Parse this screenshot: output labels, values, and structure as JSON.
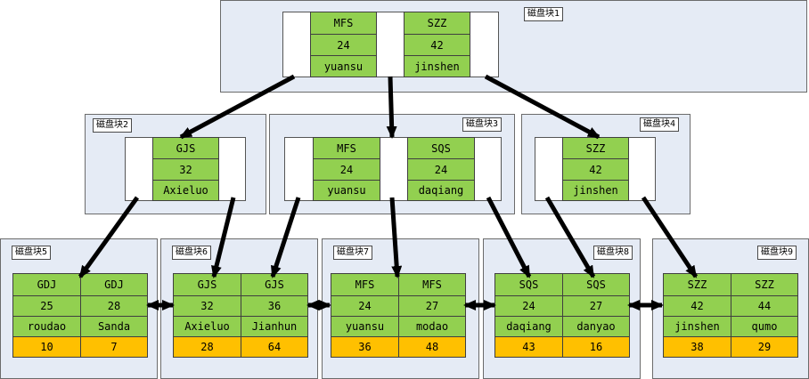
{
  "blocks": [
    {
      "label": "磁盘块1",
      "keys": [
        {
          "name": "MFS",
          "num": "24",
          "word": "yuansu"
        },
        {
          "name": "SZZ",
          "num": "42",
          "word": "jinshen"
        }
      ]
    },
    {
      "label": "磁盘块2",
      "keys": [
        {
          "name": "GJS",
          "num": "32",
          "word": "Axieluo"
        }
      ]
    },
    {
      "label": "磁盘块3",
      "keys": [
        {
          "name": "MFS",
          "num": "24",
          "word": "yuansu"
        },
        {
          "name": "SQS",
          "num": "24",
          "word": "daqiang"
        }
      ]
    },
    {
      "label": "磁盘块4",
      "keys": [
        {
          "name": "SZZ",
          "num": "42",
          "word": "jinshen"
        }
      ]
    },
    {
      "label": "磁盘块5",
      "keys": [
        {
          "name": "GDJ",
          "num": "25",
          "word": "roudao",
          "count": "10"
        },
        {
          "name": "GDJ",
          "num": "28",
          "word": "Sanda",
          "count": "7"
        }
      ]
    },
    {
      "label": "磁盘块6",
      "keys": [
        {
          "name": "GJS",
          "num": "32",
          "word": "Axieluo",
          "count": "28"
        },
        {
          "name": "GJS",
          "num": "36",
          "word": "Jianhun",
          "count": "64"
        }
      ]
    },
    {
      "label": "磁盘块7",
      "keys": [
        {
          "name": "MFS",
          "num": "24",
          "word": "yuansu",
          "count": "36"
        },
        {
          "name": "MFS",
          "num": "27",
          "word": "modao",
          "count": "48"
        }
      ]
    },
    {
      "label": "磁盘块8",
      "keys": [
        {
          "name": "SQS",
          "num": "24",
          "word": "daqiang",
          "count": "43"
        },
        {
          "name": "SQS",
          "num": "27",
          "word": "danyao",
          "count": "16"
        }
      ]
    },
    {
      "label": "磁盘块9",
      "keys": [
        {
          "name": "SZZ",
          "num": "42",
          "word": "jinshen",
          "count": "38"
        },
        {
          "name": "SZZ",
          "num": "44",
          "word": "qumo",
          "count": "29"
        }
      ]
    }
  ],
  "colors": {
    "key_cell": "#92d050",
    "count_cell": "#ffc000",
    "block_bg": "#e5ebf5",
    "arrow": "#000000"
  }
}
